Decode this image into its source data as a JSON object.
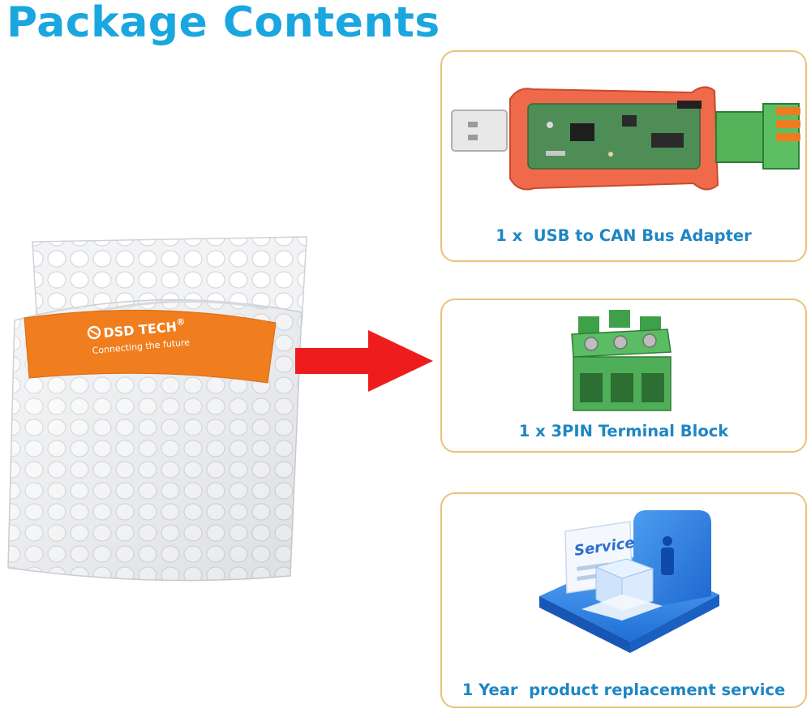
{
  "page": {
    "title": "Package Contents"
  },
  "bag": {
    "brand": "DSD TECH",
    "registered_mark": "®",
    "tagline": "Connecting the future",
    "band_color": "#f07d1e"
  },
  "items": [
    {
      "label": "1 x  USB to CAN Bus Adapter",
      "icon": "usb-can-adapter-image"
    },
    {
      "label": "1 x 3PIN Terminal Block",
      "icon": "terminal-block-image"
    },
    {
      "label": "1 Year  product replacement service",
      "icon": "service-icon"
    }
  ],
  "service_sign": {
    "text": "Service"
  },
  "colors": {
    "title": "#1aa6df",
    "label": "#1f86c3",
    "card_border": "#e8c27c",
    "arrow": "#ee1c1c"
  }
}
